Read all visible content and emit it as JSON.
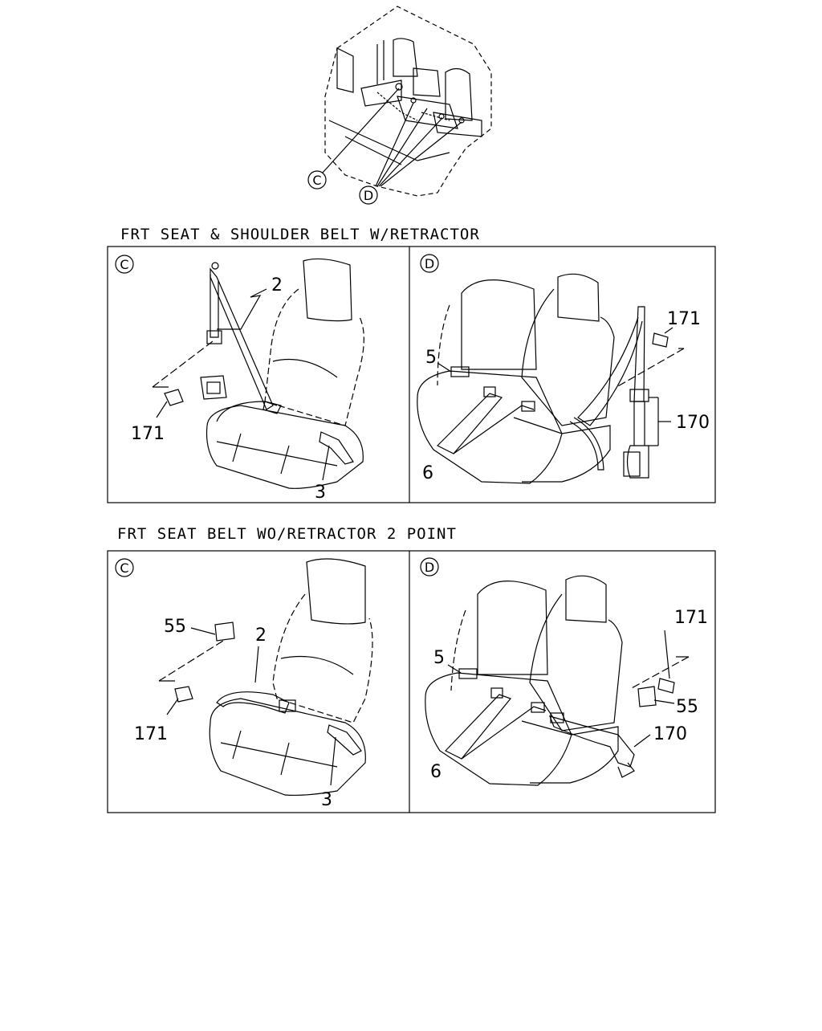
{
  "overview": {
    "callout_c": "C",
    "callout_d": "D"
  },
  "section1": {
    "title": "FRT SEAT & SHOULDER BELT W/RETRACTOR",
    "panel_c": {
      "view": "C",
      "labels": {
        "belt": "2",
        "buckle": "3",
        "bolt": "171"
      }
    },
    "panel_d": {
      "view": "D",
      "labels": {
        "bolt": "171",
        "buckle_center": "5",
        "lap_belt": "6",
        "retractor": "170"
      }
    }
  },
  "section2": {
    "title": "FRT SEAT BELT WO/RETRACTOR 2 POINT",
    "panel_c": {
      "view": "C",
      "labels": {
        "plate": "55",
        "belt": "2",
        "bolt": "171",
        "buckle": "3"
      }
    },
    "panel_d": {
      "view": "D",
      "labels": {
        "buckle_center": "5",
        "bolt": "171",
        "plate": "55",
        "belt": "170",
        "lap_belt": "6"
      }
    }
  }
}
